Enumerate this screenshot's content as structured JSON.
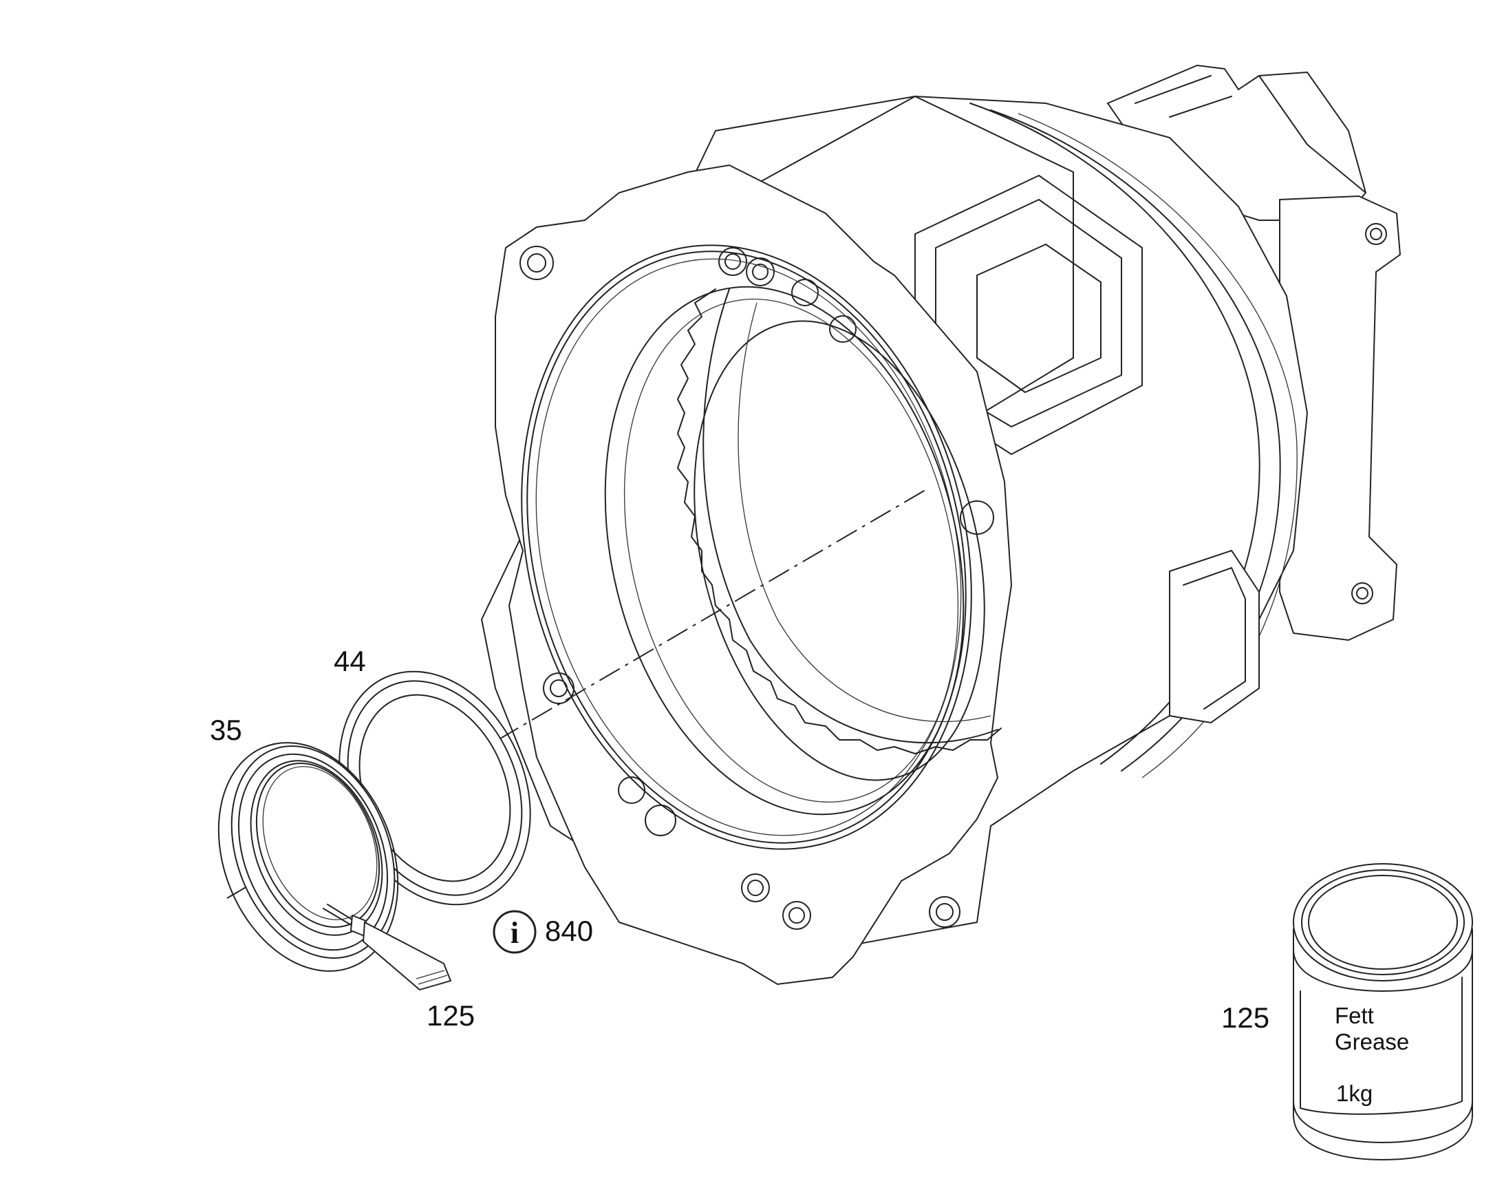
{
  "callouts": {
    "seal_ring": "35",
    "shim_ring": "44",
    "info_ref": "840",
    "tube_ref": "125",
    "grease_can_ref": "125"
  },
  "info_symbol": "i",
  "grease_can": {
    "line1": "Fett",
    "line2": "Grease",
    "weight": "1kg"
  },
  "icons": {
    "info": "info-circle-icon"
  },
  "colors": {
    "line": "#222222",
    "background": "#ffffff"
  }
}
